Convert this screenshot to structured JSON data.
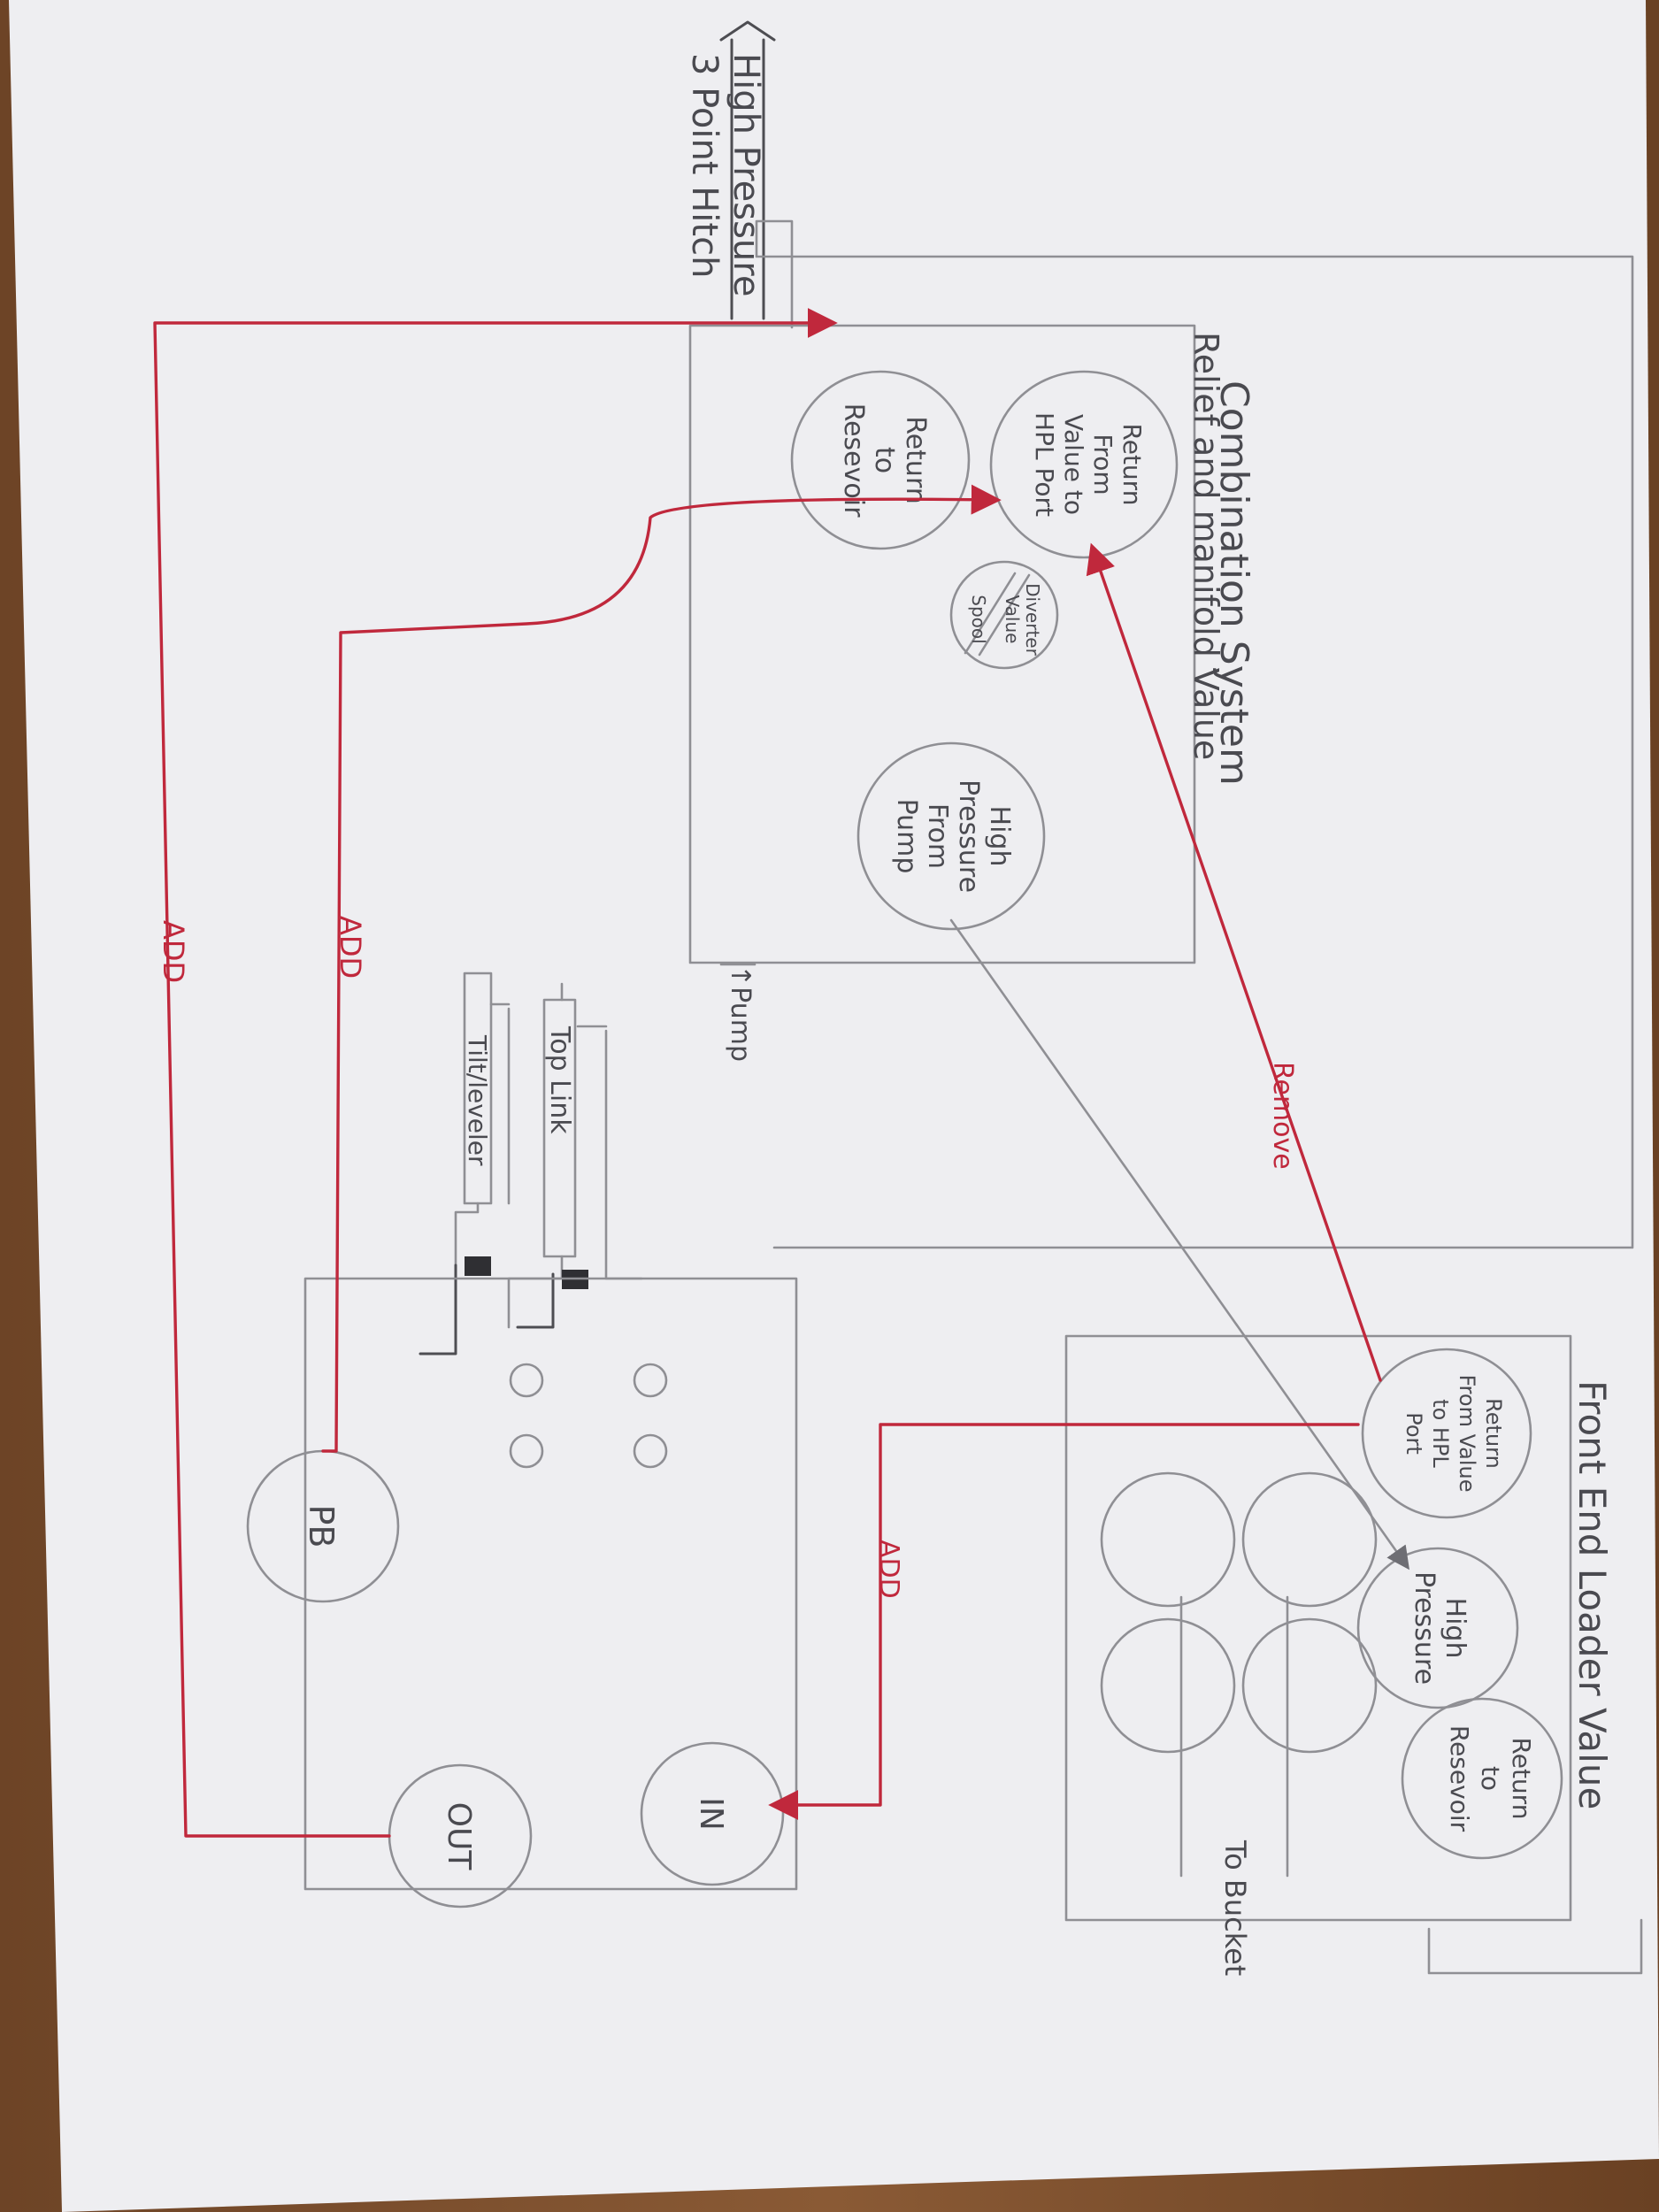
{
  "diagram": {
    "title_line1": "Combination System",
    "title_line2": "Relief and manifold Value",
    "three_point": {
      "line1": "High Pressure",
      "line2": "3 Point Hitch"
    },
    "manifold_ports": {
      "return_reservoir": [
        "Return",
        "to",
        "Resevoir"
      ],
      "return_hpl": [
        "Return",
        "From",
        "Value to",
        "HPL Port"
      ],
      "diverter": [
        "Diverter",
        "Value",
        "Spool"
      ],
      "high_pressure_pump": [
        "High",
        "Pressure",
        "From",
        "Pump"
      ]
    },
    "pump_label": "↑Pump",
    "cylinders": {
      "top_link": "Top Link",
      "tilt_leveler": "Tilt/leveler"
    },
    "control_valve": {
      "pb": "PB",
      "out": "OUT",
      "in": "IN"
    },
    "loader": {
      "title": "Front End Loader Value",
      "return_hpl": [
        "Return",
        "From Value",
        "to HPL",
        "Port"
      ],
      "high_pressure": [
        "High",
        "Pressure"
      ],
      "return_reservoir": [
        "Return",
        "to",
        "Resevoir"
      ],
      "to_bucket": "To Bucket"
    },
    "line_labels": {
      "add_left": "ADD",
      "add_mid": "ADD",
      "add_right": "ADD",
      "remove": "Remove"
    },
    "colors": {
      "paper": "#eeeef1",
      "pencil": "#8f8f94",
      "red_ink": "#c0283c",
      "table": "#7a4f2e"
    }
  }
}
